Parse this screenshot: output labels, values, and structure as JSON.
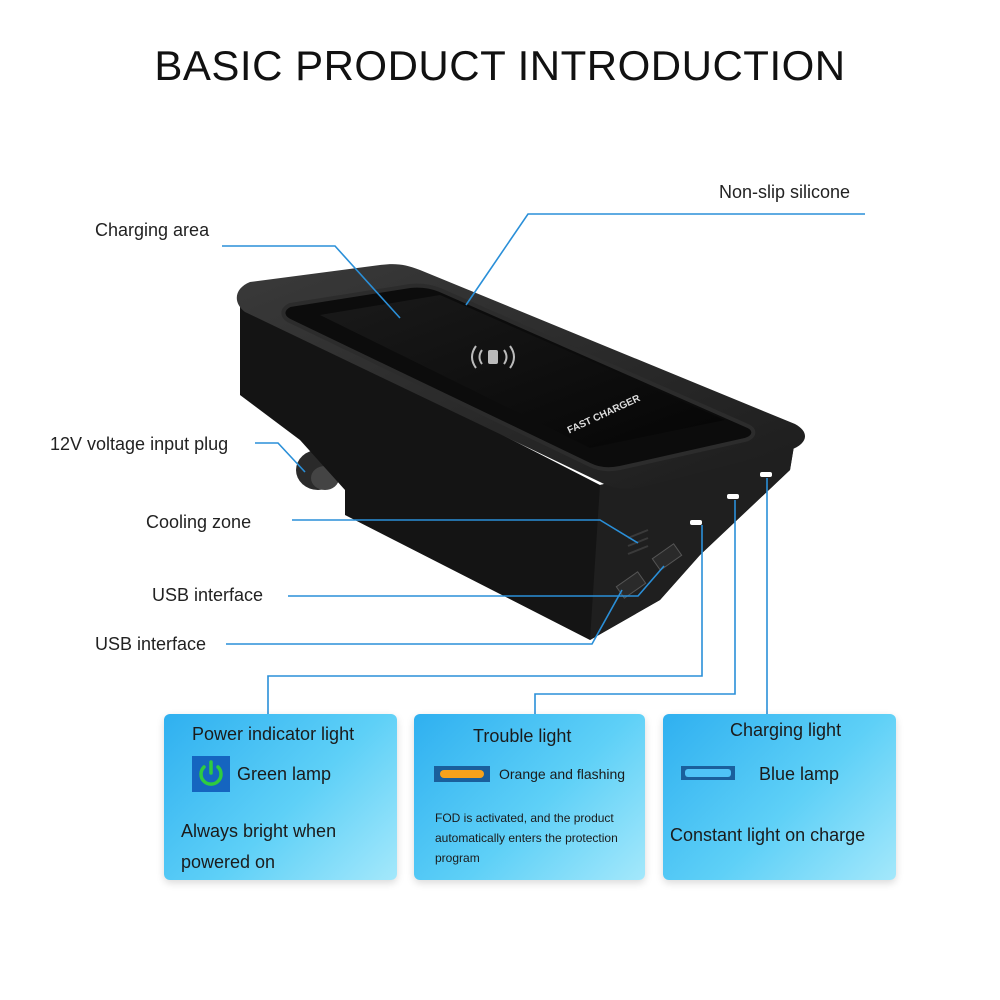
{
  "title": "BASIC PRODUCT INTRODUCTION",
  "callouts": {
    "charging_area": "Charging area",
    "non_slip_silicone": "Non-slip silicone",
    "input_plug": "12V voltage input plug",
    "cooling_zone": "Cooling zone",
    "usb_interface_1": "USB interface",
    "usb_interface_2": "USB interface"
  },
  "device": {
    "brand_text": "FAST CHARGER",
    "wireless_icon": "wireless-charging-icon"
  },
  "cards": {
    "power": {
      "title": "Power indicator light",
      "lamp": "Green lamp",
      "line1": "Always bright when",
      "line2": "powered on",
      "icon": "power-icon",
      "icon_color": "#2ecc40"
    },
    "trouble": {
      "title": "Trouble light",
      "lamp": "Orange and flashing",
      "line1": "FOD is activated, and the product",
      "line2": "automatically enters the protection",
      "line3": "program",
      "lamp_color": "#f7a21b"
    },
    "charging": {
      "title": "Charging light",
      "lamp": "Blue lamp",
      "desc": "Constant light on charge",
      "lamp_color": "#4fc3f7"
    }
  },
  "colors": {
    "leader_line": "#2a8fd8",
    "device_body": "#151515"
  }
}
